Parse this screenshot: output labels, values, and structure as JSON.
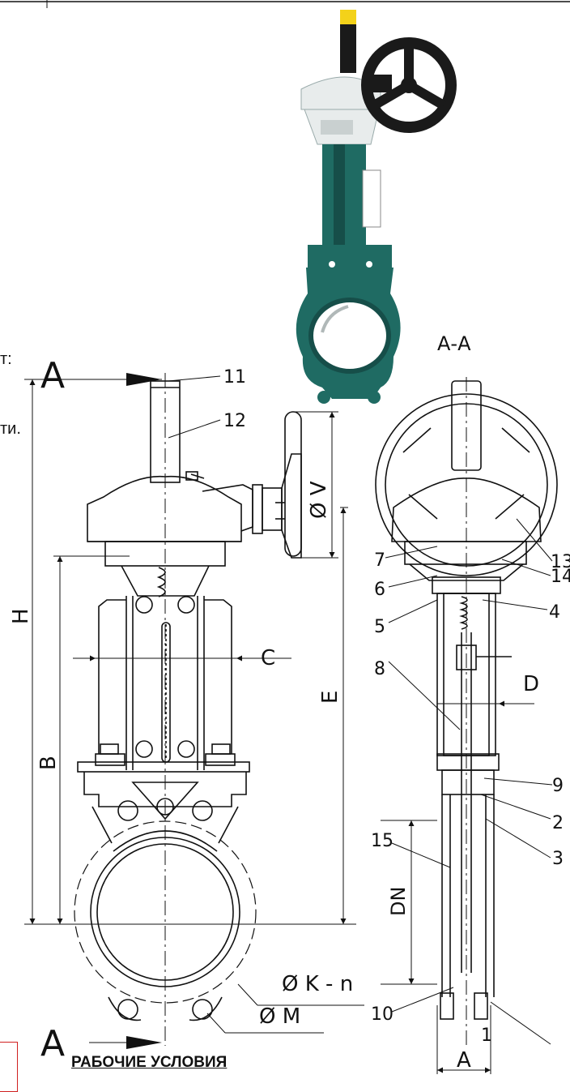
{
  "colors": {
    "line": "#111111",
    "valve_body": "#1f6b63",
    "valve_body_dark": "#164e49",
    "actuator_light": "#e8ecec",
    "handwheel": "#1a1a1a",
    "cap_yellow": "#f3d21a",
    "frame_red": "#d02020"
  },
  "icons": {
    "valve_photo": "knife-gate-valve-with-gearbox-render"
  },
  "text_fragments": {
    "fragment_top": "т:",
    "fragment_mid": "ти."
  },
  "section": {
    "title": "А-А"
  },
  "section_markers": {
    "top": "А",
    "bottom": "А"
  },
  "dimensions": {
    "H": "H",
    "B": "B",
    "E": "E",
    "C": "C",
    "D": "D",
    "V": "Ø V",
    "K": "Ø K - n",
    "M": "Ø M",
    "DN": "DN",
    "A": "A"
  },
  "part_numbers": [
    "1",
    "2",
    "3",
    "4",
    "5",
    "6",
    "7",
    "8",
    "9",
    "10",
    "11",
    "12",
    "13",
    "14",
    "15"
  ],
  "heading": "РАБОЧИЕ УСЛОВИЯ"
}
